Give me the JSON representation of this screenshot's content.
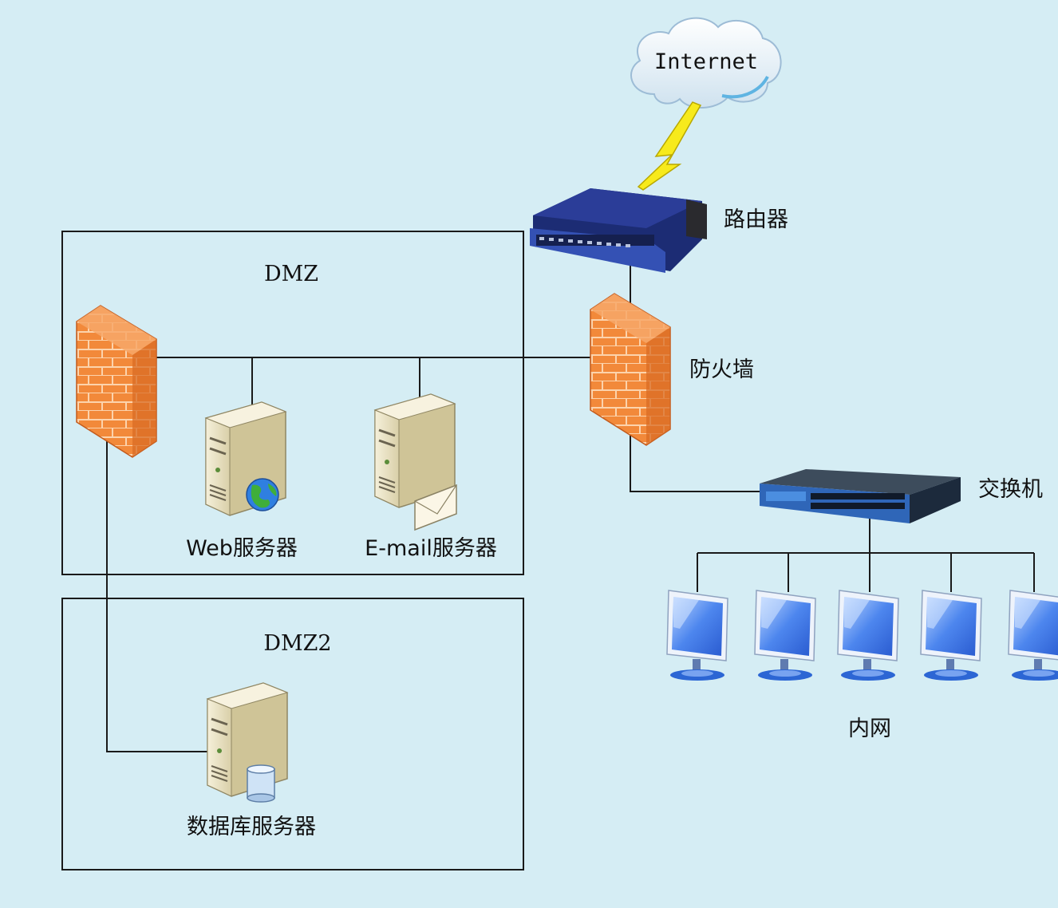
{
  "labels": {
    "internet": "Internet",
    "router": "路由器",
    "firewall": "防火墙",
    "switch": "交换机",
    "dmz": "DMZ",
    "dmz2": "DMZ2",
    "web_server": "Web服务器",
    "email_server": "E-mail服务器",
    "db_server": "数据库服务器",
    "intranet": "内网"
  },
  "icons": {
    "cloud": "cloud-icon",
    "lightning": "lightning-icon",
    "router": "router-icon",
    "firewall": "firewall-icon",
    "server": "server-icon",
    "globe": "globe-icon",
    "envelope": "envelope-icon",
    "database": "database-icon",
    "switch": "switch-icon",
    "monitor": "monitor-icon"
  },
  "colors": {
    "background": "#d5edf4",
    "firewall": "#f08a3a",
    "router": "#2a3f9a",
    "monitor": "#3d6fe0",
    "server": "#e9e2c4",
    "lightning": "#f7ea1c"
  }
}
